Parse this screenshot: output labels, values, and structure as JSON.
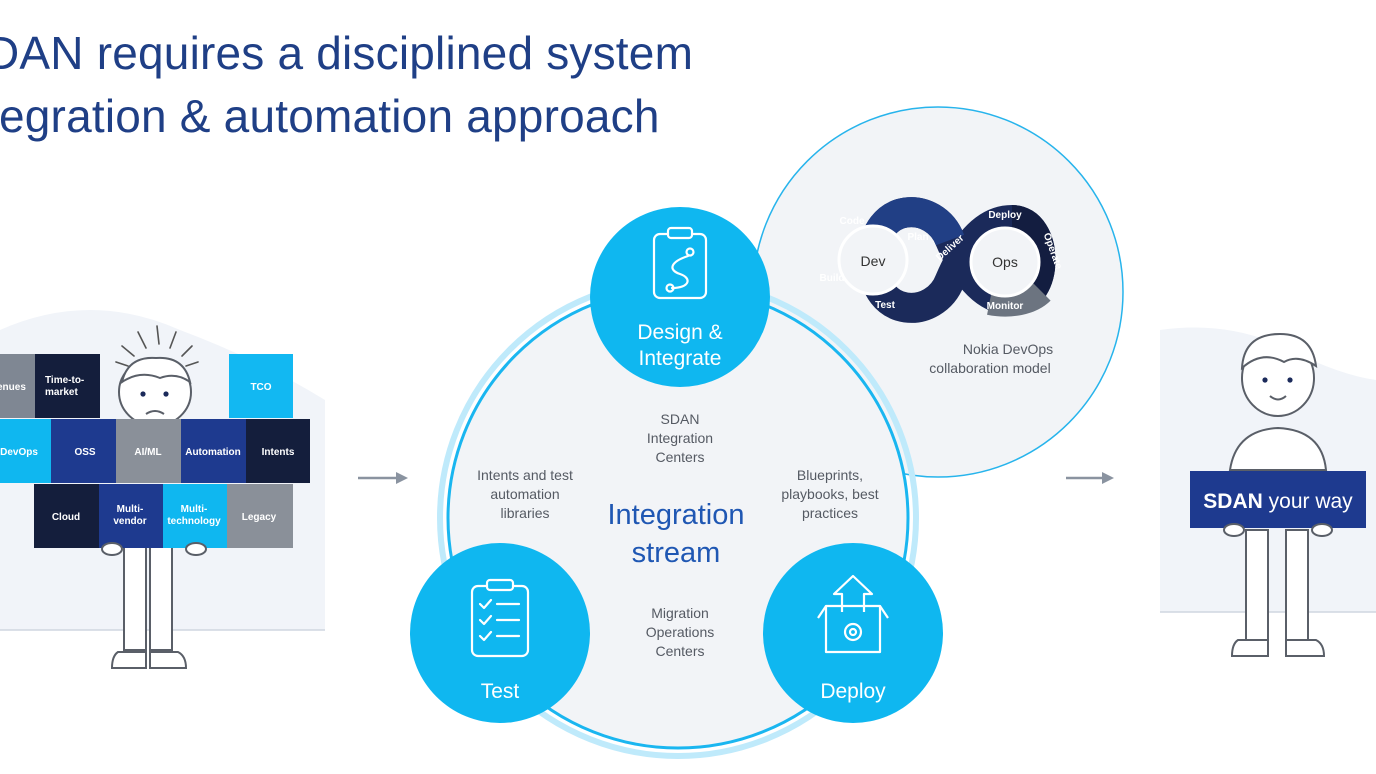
{
  "title": {
    "line1": "DAN requires a disciplined system",
    "line2": "tegration & automation approach"
  },
  "challenges": {
    "tiles": [
      "enues",
      "Time-to-market",
      "TCO",
      "DevOps",
      "OSS",
      "AI/ML",
      "Automation",
      "Intents",
      "Cloud",
      "Multi-vendor",
      "Multi-technology",
      "Legacy"
    ]
  },
  "stream": {
    "center_label": [
      "Integration",
      "stream"
    ],
    "nodes": {
      "design": [
        "Design &",
        "Integrate"
      ],
      "test": "Test",
      "deploy": "Deploy"
    },
    "notes": {
      "integration_centers": [
        "SDAN",
        "Integration",
        "Centers"
      ],
      "intents": [
        "Intents and test",
        "automation",
        "libraries"
      ],
      "blueprints": [
        "Blueprints,",
        "playbooks, best",
        "practices"
      ],
      "migration": [
        "Migration",
        "Operations",
        "Centers"
      ]
    }
  },
  "devops": {
    "segments": [
      "Code",
      "Plan",
      "Build",
      "Test",
      "Deliver",
      "Deploy",
      "Operate",
      "Monitor"
    ],
    "hubs": [
      "Dev",
      "Ops"
    ],
    "caption": [
      "Nokia DevOps",
      "collaboration model"
    ]
  },
  "outcome": {
    "sign_bold": "SDAN",
    "sign_rest": " your way"
  },
  "colors": {
    "accent_cyan": "#0fb7f0",
    "navy": "#1b2a5a",
    "title_blue": "#1f3f86"
  },
  "icons": [
    "clipboard-path-icon",
    "checklist-icon",
    "box-upload-icon",
    "arrow-right-icon",
    "person-icon"
  ]
}
